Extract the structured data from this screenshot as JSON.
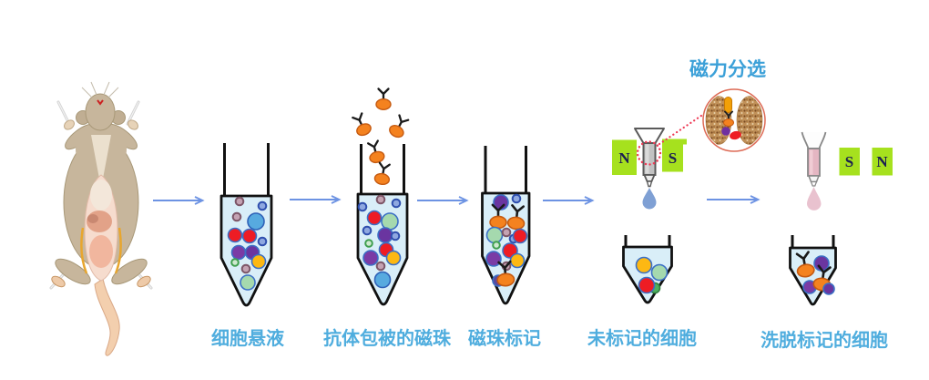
{
  "diagram": {
    "title": "磁力分选",
    "steps": [
      {
        "id": "cell-suspension",
        "label": "细胞悬液"
      },
      {
        "id": "antibody-coated-beads",
        "label": "抗体包被的磁珠"
      },
      {
        "id": "bead-labeling",
        "label": "磁珠标记"
      },
      {
        "id": "unlabeled-cells",
        "label": "未标记的细胞"
      },
      {
        "id": "eluted-labeled-cells",
        "label": "洗脱标记的细胞"
      }
    ],
    "magnets": {
      "sorting": {
        "left": "N",
        "right": "S"
      },
      "elution": {
        "left": "S",
        "right": "N"
      }
    },
    "icons": {
      "antibody": "black-Y-glyph",
      "magnetic_bead": "orange-oval",
      "magnet": "green-block",
      "droplet": "teardrop-shape"
    },
    "colors": {
      "label_text": "#4fadde",
      "title_text": "#3ba0d8",
      "arrow": "#6d93e3",
      "magnet_green": "#a6e11e",
      "magnet_letter": "#1b1f52",
      "bead_orange": "#f4821f",
      "liquid_blue": "#d9eef8",
      "droplet_blue": "#7fa0d4",
      "droplet_pink": "#e9c2cf",
      "cell_red": "#ee1c24",
      "cell_purple": "#7030a0",
      "cell_yellow": "#fdb813",
      "cell_green": "#a5d9ae",
      "cell_blue": "#57aadf",
      "dotted_red": "#ee3a55",
      "column_gray": "#c2c2c2",
      "column_pink": "#e4b6c2"
    }
  }
}
